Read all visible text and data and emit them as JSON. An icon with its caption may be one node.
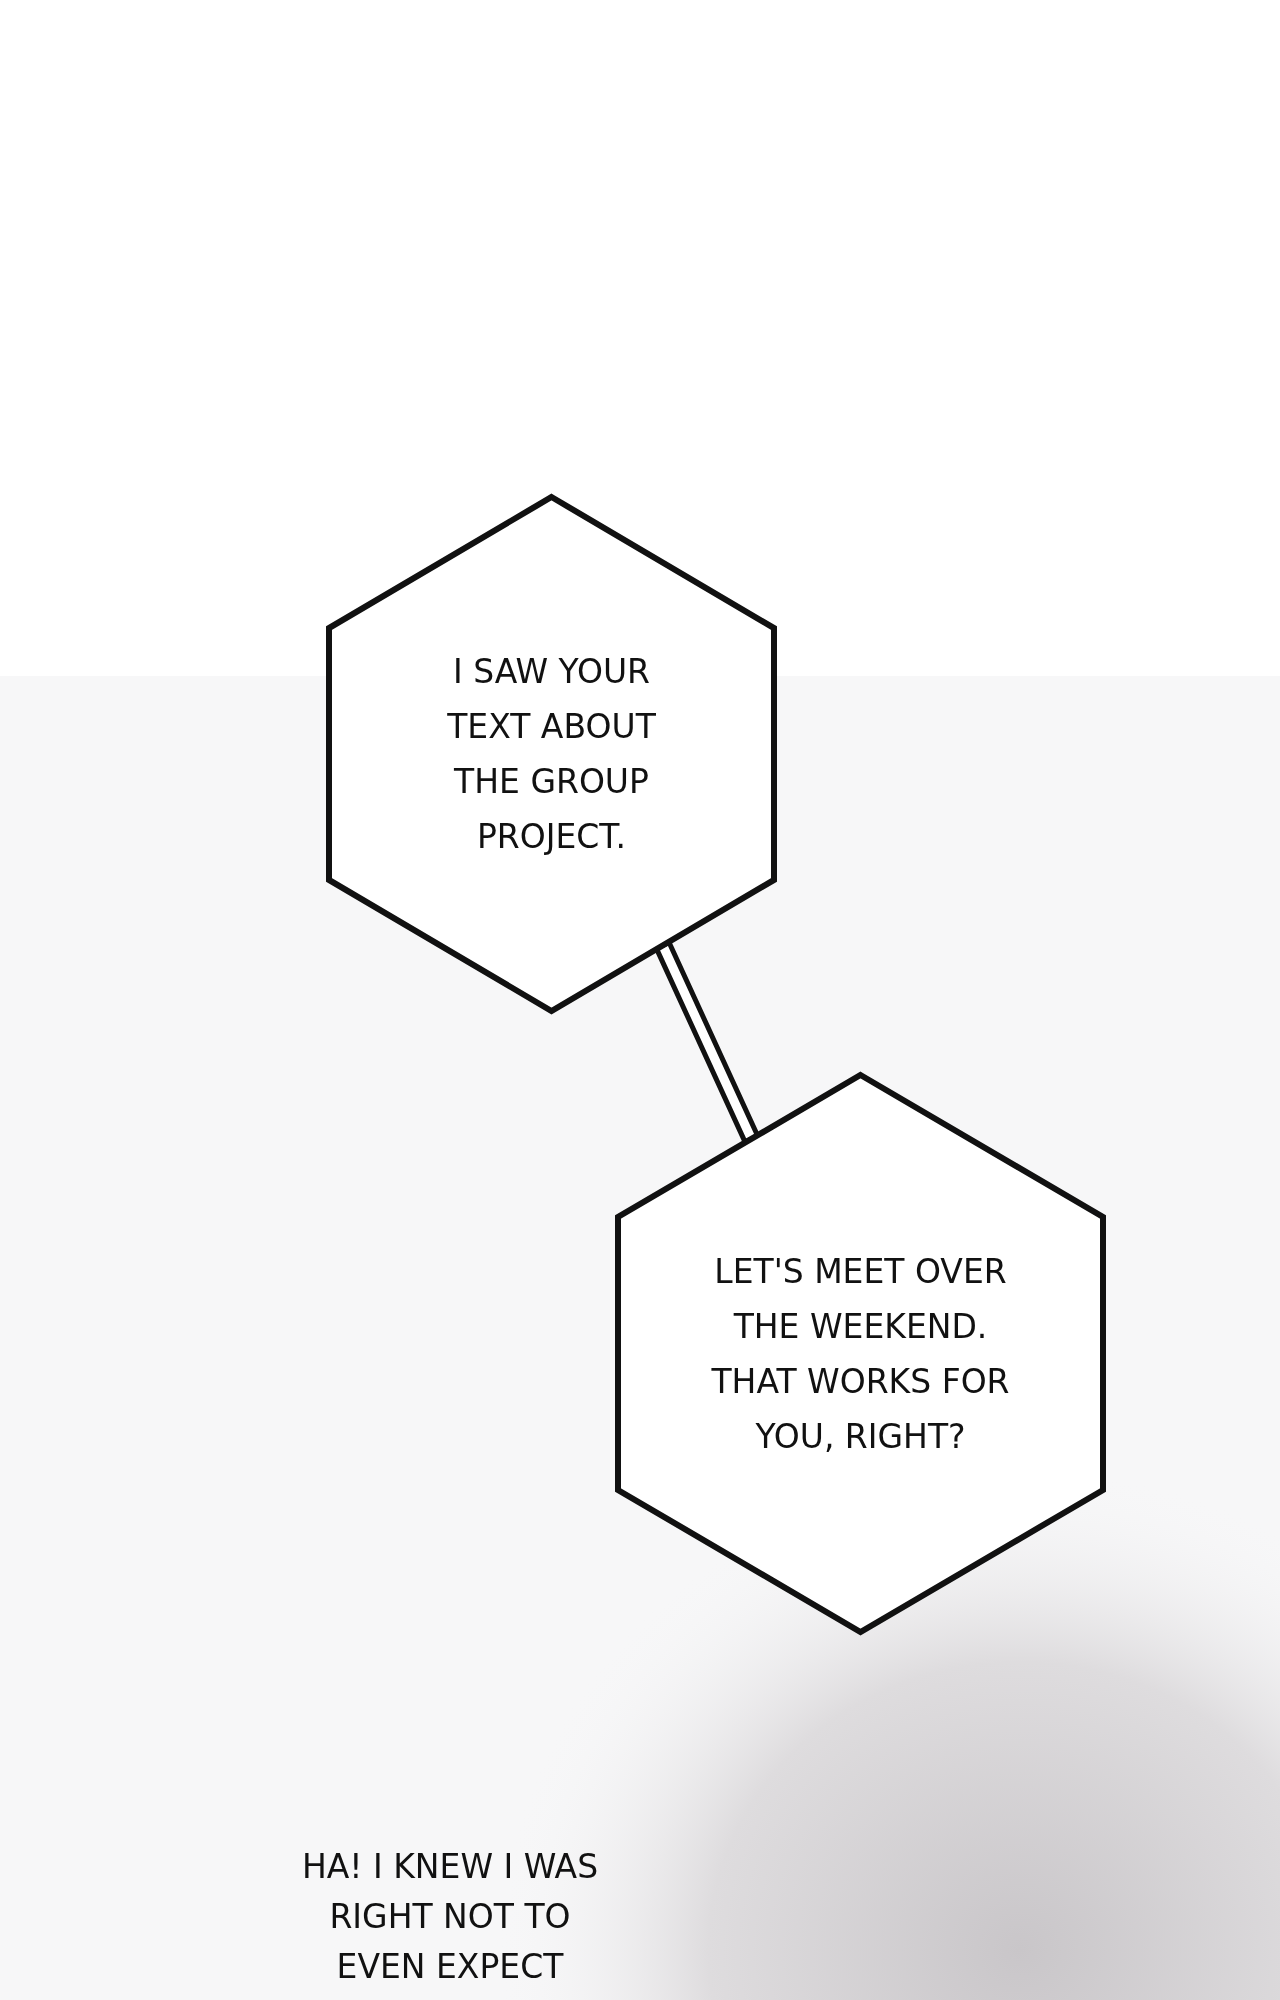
{
  "diagram": {
    "nodes": [
      {
        "text": [
          "I SAW YOUR TEXT ABOUT THE GROUP PROJECT."
        ]
      },
      {
        "text": [
          "LET'S MEET OVER THE WEEKEND. THAT WORKS FOR YOU, RIGHT?"
        ]
      }
    ],
    "edges": [
      {
        "from": 0,
        "to": 1,
        "arrow": "none"
      }
    ],
    "labels": [
      "HA! I KNEW I WAS RIGHT NOT TO EVEN EXPECT"
    ]
  }
}
